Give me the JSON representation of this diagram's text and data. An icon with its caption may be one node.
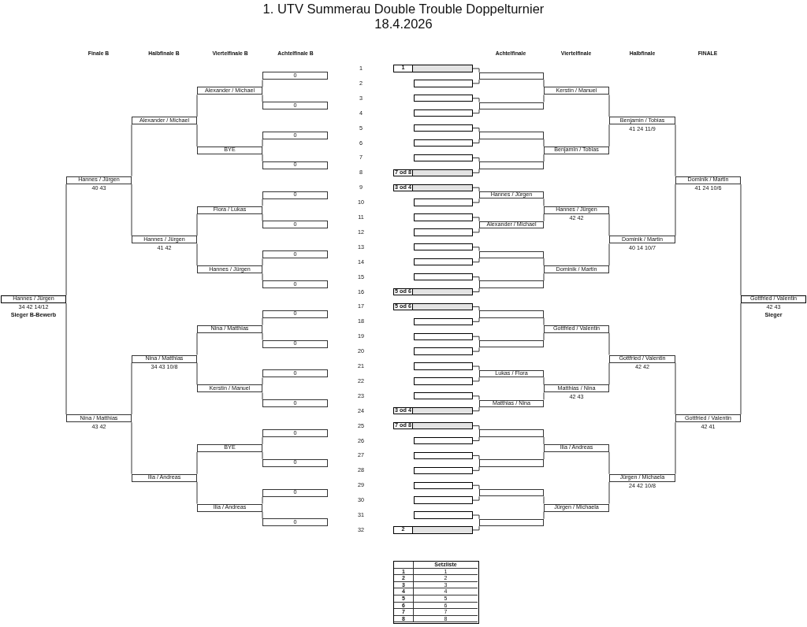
{
  "diagram": {
    "title": "1. UTV Summerau Double Trouble Doppelturnier",
    "nodes": [
      {
        "text": [
          "Hannes / Jürgen"
        ],
        "beside": [
          "34 42 14/12",
          "Sieger B-Bewerb"
        ]
      },
      {
        "text": [
          "Hannes / Jürgen"
        ],
        "beside": [
          "40 43"
        ]
      },
      {
        "text": [
          "Nina / Matthias"
        ],
        "beside": [
          "43 42"
        ]
      },
      {
        "text": [
          "Alexander / Michael"
        ]
      },
      {
        "text": [
          "Hannes / Jürgen"
        ],
        "beside": [
          "41 42"
        ]
      },
      {
        "text": [
          "Nina / Matthias"
        ],
        "beside": [
          "34 43 10/8"
        ]
      },
      {
        "text": [
          "Ilia / Andreas"
        ]
      },
      {
        "text": [
          "Alexander / Michael"
        ]
      },
      {
        "text": [
          "BYE"
        ]
      },
      {
        "text": [
          "Flora / Lukas"
        ]
      },
      {
        "text": [
          "Hannes / Jürgen"
        ]
      },
      {
        "text": [
          "Nina / Matthias"
        ]
      },
      {
        "text": [
          "Kerstin / Manuel"
        ]
      },
      {
        "text": [
          "BYE"
        ]
      },
      {
        "text": [
          "Ilia / Andreas"
        ]
      },
      {
        "text": [
          "0"
        ]
      },
      {
        "text": [
          "0"
        ]
      },
      {
        "text": [
          "0"
        ]
      },
      {
        "text": [
          "0"
        ]
      },
      {
        "text": [
          "0"
        ]
      },
      {
        "text": [
          "0"
        ]
      },
      {
        "text": [
          "0"
        ]
      },
      {
        "text": [
          "0"
        ]
      },
      {
        "text": [
          "0"
        ]
      },
      {
        "text": [
          "0"
        ]
      },
      {
        "text": [
          "0"
        ]
      },
      {
        "text": [
          "0"
        ]
      },
      {
        "text": [
          "0"
        ]
      },
      {
        "text": [
          "0"
        ]
      },
      {
        "text": [
          "0"
        ]
      },
      {
        "text": [
          "0"
        ]
      },
      {
        "text": [
          "1"
        ]
      },
      {
        "text": [],
        "shape": "box"
      },
      {
        "text": [],
        "shape": "box"
      },
      {
        "text": [],
        "shape": "box"
      },
      {
        "text": [],
        "shape": "box"
      },
      {
        "text": [],
        "shape": "box"
      },
      {
        "text": [],
        "shape": "box"
      },
      {
        "text": [
          "7 od 8"
        ]
      },
      {
        "text": [
          "3 od 4"
        ]
      },
      {
        "text": [],
        "shape": "box"
      },
      {
        "text": [],
        "shape": "box"
      },
      {
        "text": [],
        "shape": "box"
      },
      {
        "text": [],
        "shape": "box"
      },
      {
        "text": [],
        "shape": "box"
      },
      {
        "text": [],
        "shape": "box"
      },
      {
        "text": [
          "5 od 6"
        ]
      },
      {
        "text": [
          "5 od 6"
        ]
      },
      {
        "text": [],
        "shape": "box"
      },
      {
        "text": [],
        "shape": "box"
      },
      {
        "text": [],
        "shape": "box"
      },
      {
        "text": [],
        "shape": "box"
      },
      {
        "text": [],
        "shape": "box"
      },
      {
        "text": [],
        "shape": "box"
      },
      {
        "text": [
          "3 od 4"
        ]
      },
      {
        "text": [
          "7 od 8"
        ]
      },
      {
        "text": [],
        "shape": "box"
      },
      {
        "text": [],
        "shape": "box"
      },
      {
        "text": [],
        "shape": "box"
      },
      {
        "text": [],
        "shape": "box"
      },
      {
        "text": [],
        "shape": "box"
      },
      {
        "text": [],
        "shape": "box"
      },
      {
        "text": [
          "2"
        ]
      },
      {
        "text": [],
        "shape": "box"
      },
      {
        "text": [],
        "shape": "box"
      },
      {
        "text": [],
        "shape": "box"
      },
      {
        "text": [],
        "shape": "box"
      },
      {
        "text": [
          "Hannes / Jürgen"
        ]
      },
      {
        "text": [
          "Alexander / Michael"
        ]
      },
      {
        "text": [],
        "shape": "box"
      },
      {
        "text": [],
        "shape": "box"
      },
      {
        "text": [],
        "shape": "box"
      },
      {
        "text": [],
        "shape": "box"
      },
      {
        "text": [
          "Lukas / Flora"
        ]
      },
      {
        "text": [
          "Matthias / Nina"
        ]
      },
      {
        "text": [],
        "shape": "box"
      },
      {
        "text": [],
        "shape": "box"
      },
      {
        "text": [],
        "shape": "box"
      },
      {
        "text": [],
        "shape": "box"
      },
      {
        "text": [
          "Kerstin / Manuel"
        ]
      },
      {
        "text": [
          "Benjamin / Tobias"
        ]
      },
      {
        "text": [
          "Hannes / Jürgen"
        ],
        "beside": [
          "42 42"
        ]
      },
      {
        "text": [
          "Dominik / Martin"
        ]
      },
      {
        "text": [
          "Gottfried / Valentin"
        ]
      },
      {
        "text": [
          "Matthias / Nina"
        ],
        "beside": [
          "42 43"
        ]
      },
      {
        "text": [
          "Ilia / Andreas"
        ]
      },
      {
        "text": [
          "Jürgen / Michaela"
        ]
      },
      {
        "text": [
          "Benjamin / Tobias"
        ],
        "beside": [
          "41 24 11/9"
        ]
      },
      {
        "text": [
          "Dominik / Martin"
        ],
        "beside": [
          "40 14 10/7"
        ]
      },
      {
        "text": [
          "Gottfried / Valentin"
        ],
        "beside": [
          "42 42"
        ]
      },
      {
        "text": [
          "Jürgen / Michaela"
        ],
        "beside": [
          "24 42 10/8"
        ]
      },
      {
        "text": [
          "Dominik / Martin"
        ],
        "beside": [
          "41 24 10/6"
        ]
      },
      {
        "text": [
          "Gottfried / Valentin"
        ],
        "beside": [
          "42 41"
        ]
      },
      {
        "text": [
          "Gottfried / Valentin"
        ],
        "beside": [
          "42 43",
          "Sieger"
        ]
      }
    ],
    "edges": [
      {
        "from": 15,
        "to": 7,
        "arrow": "none"
      },
      {
        "from": 16,
        "to": 7,
        "arrow": "none"
      },
      {
        "from": 17,
        "to": 8,
        "arrow": "none"
      },
      {
        "from": 18,
        "to": 8,
        "arrow": "none"
      },
      {
        "from": 19,
        "to": 9,
        "arrow": "none"
      },
      {
        "from": 20,
        "to": 9,
        "arrow": "none"
      },
      {
        "from": 21,
        "to": 10,
        "arrow": "none"
      },
      {
        "from": 22,
        "to": 10,
        "arrow": "none"
      },
      {
        "from": 23,
        "to": 11,
        "arrow": "none"
      },
      {
        "from": 24,
        "to": 11,
        "arrow": "none"
      },
      {
        "from": 25,
        "to": 12,
        "arrow": "none"
      },
      {
        "from": 26,
        "to": 12,
        "arrow": "none"
      },
      {
        "from": 27,
        "to": 13,
        "arrow": "none"
      },
      {
        "from": 28,
        "to": 13,
        "arrow": "none"
      },
      {
        "from": 29,
        "to": 14,
        "arrow": "none"
      },
      {
        "from": 30,
        "to": 14,
        "arrow": "none"
      },
      {
        "from": 7,
        "to": 3,
        "arrow": "none"
      },
      {
        "from": 8,
        "to": 3,
        "arrow": "none"
      },
      {
        "from": 9,
        "to": 4,
        "arrow": "none"
      },
      {
        "from": 10,
        "to": 4,
        "arrow": "none"
      },
      {
        "from": 11,
        "to": 5,
        "arrow": "none"
      },
      {
        "from": 12,
        "to": 5,
        "arrow": "none"
      },
      {
        "from": 13,
        "to": 6,
        "arrow": "none"
      },
      {
        "from": 14,
        "to": 6,
        "arrow": "none"
      },
      {
        "from": 3,
        "to": 1,
        "arrow": "none"
      },
      {
        "from": 4,
        "to": 1,
        "arrow": "none"
      },
      {
        "from": 5,
        "to": 2,
        "arrow": "none"
      },
      {
        "from": 6,
        "to": 2,
        "arrow": "none"
      },
      {
        "from": 1,
        "to": 0,
        "arrow": "none"
      },
      {
        "from": 2,
        "to": 0,
        "arrow": "none"
      },
      {
        "from": 31,
        "to": 63,
        "arrow": "none"
      },
      {
        "from": 32,
        "to": 63,
        "arrow": "none"
      },
      {
        "from": 33,
        "to": 64,
        "arrow": "none"
      },
      {
        "from": 34,
        "to": 64,
        "arrow": "none"
      },
      {
        "from": 35,
        "to": 65,
        "arrow": "none"
      },
      {
        "from": 36,
        "to": 65,
        "arrow": "none"
      },
      {
        "from": 37,
        "to": 66,
        "arrow": "none"
      },
      {
        "from": 38,
        "to": 66,
        "arrow": "none"
      },
      {
        "from": 39,
        "to": 67,
        "arrow": "none"
      },
      {
        "from": 40,
        "to": 67,
        "arrow": "none"
      },
      {
        "from": 41,
        "to": 68,
        "arrow": "none"
      },
      {
        "from": 42,
        "to": 68,
        "arrow": "none"
      },
      {
        "from": 43,
        "to": 69,
        "arrow": "none"
      },
      {
        "from": 44,
        "to": 69,
        "arrow": "none"
      },
      {
        "from": 45,
        "to": 70,
        "arrow": "none"
      },
      {
        "from": 46,
        "to": 70,
        "arrow": "none"
      },
      {
        "from": 47,
        "to": 71,
        "arrow": "none"
      },
      {
        "from": 48,
        "to": 71,
        "arrow": "none"
      },
      {
        "from": 49,
        "to": 72,
        "arrow": "none"
      },
      {
        "from": 50,
        "to": 72,
        "arrow": "none"
      },
      {
        "from": 51,
        "to": 73,
        "arrow": "none"
      },
      {
        "from": 52,
        "to": 73,
        "arrow": "none"
      },
      {
        "from": 53,
        "to": 74,
        "arrow": "none"
      },
      {
        "from": 54,
        "to": 74,
        "arrow": "none"
      },
      {
        "from": 55,
        "to": 75,
        "arrow": "none"
      },
      {
        "from": 56,
        "to": 75,
        "arrow": "none"
      },
      {
        "from": 57,
        "to": 76,
        "arrow": "none"
      },
      {
        "from": 58,
        "to": 76,
        "arrow": "none"
      },
      {
        "from": 59,
        "to": 77,
        "arrow": "none"
      },
      {
        "from": 60,
        "to": 77,
        "arrow": "none"
      },
      {
        "from": 61,
        "to": 78,
        "arrow": "none"
      },
      {
        "from": 62,
        "to": 78,
        "arrow": "none"
      },
      {
        "from": 63,
        "to": 79,
        "arrow": "none"
      },
      {
        "from": 64,
        "to": 79,
        "arrow": "none"
      },
      {
        "from": 65,
        "to": 80,
        "arrow": "none"
      },
      {
        "from": 66,
        "to": 80,
        "arrow": "none"
      },
      {
        "from": 67,
        "to": 81,
        "arrow": "none"
      },
      {
        "from": 68,
        "to": 81,
        "arrow": "none"
      },
      {
        "from": 69,
        "to": 82,
        "arrow": "none"
      },
      {
        "from": 70,
        "to": 82,
        "arrow": "none"
      },
      {
        "from": 71,
        "to": 83,
        "arrow": "none"
      },
      {
        "from": 72,
        "to": 83,
        "arrow": "none"
      },
      {
        "from": 73,
        "to": 84,
        "arrow": "none"
      },
      {
        "from": 74,
        "to": 84,
        "arrow": "none"
      },
      {
        "from": 75,
        "to": 85,
        "arrow": "none"
      },
      {
        "from": 76,
        "to": 85,
        "arrow": "none"
      },
      {
        "from": 77,
        "to": 86,
        "arrow": "none"
      },
      {
        "from": 78,
        "to": 86,
        "arrow": "none"
      },
      {
        "from": 79,
        "to": 87,
        "arrow": "none"
      },
      {
        "from": 80,
        "to": 87,
        "arrow": "none"
      },
      {
        "from": 81,
        "to": 88,
        "arrow": "none"
      },
      {
        "from": 82,
        "to": 88,
        "arrow": "none"
      },
      {
        "from": 83,
        "to": 89,
        "arrow": "none"
      },
      {
        "from": 84,
        "to": 89,
        "arrow": "none"
      },
      {
        "from": 85,
        "to": 90,
        "arrow": "none"
      },
      {
        "from": 86,
        "to": 90,
        "arrow": "none"
      },
      {
        "from": 87,
        "to": 91,
        "arrow": "none"
      },
      {
        "from": 88,
        "to": 91,
        "arrow": "none"
      },
      {
        "from": 89,
        "to": 92,
        "arrow": "none"
      },
      {
        "from": 90,
        "to": 92,
        "arrow": "none"
      },
      {
        "from": 91,
        "to": 93,
        "arrow": "none"
      },
      {
        "from": 92,
        "to": 93,
        "arrow": "none"
      }
    ],
    "labels": [
      "18.4.2026",
      "Finale B",
      "Halbfinale B",
      "Viertelfinale B",
      "Achtelfinale B",
      "Achtelfinale",
      "Viertelfinale",
      "Halbfinale",
      "FINALE",
      "1",
      "2",
      "3",
      "4",
      "5",
      "6",
      "7",
      "8",
      "9",
      "10",
      "11",
      "12",
      "13",
      "14",
      "15",
      "16",
      "17",
      "18",
      "19",
      "20",
      "21",
      "22",
      "23",
      "24",
      "25",
      "26",
      "27",
      "28",
      "29",
      "30",
      "31",
      "32",
      "Setzliste",
      "1",
      "1",
      "2",
      "2",
      "3",
      "3",
      "4",
      "4",
      "5",
      "5",
      "6",
      "6",
      "7",
      "7",
      "8",
      "8"
    ]
  }
}
